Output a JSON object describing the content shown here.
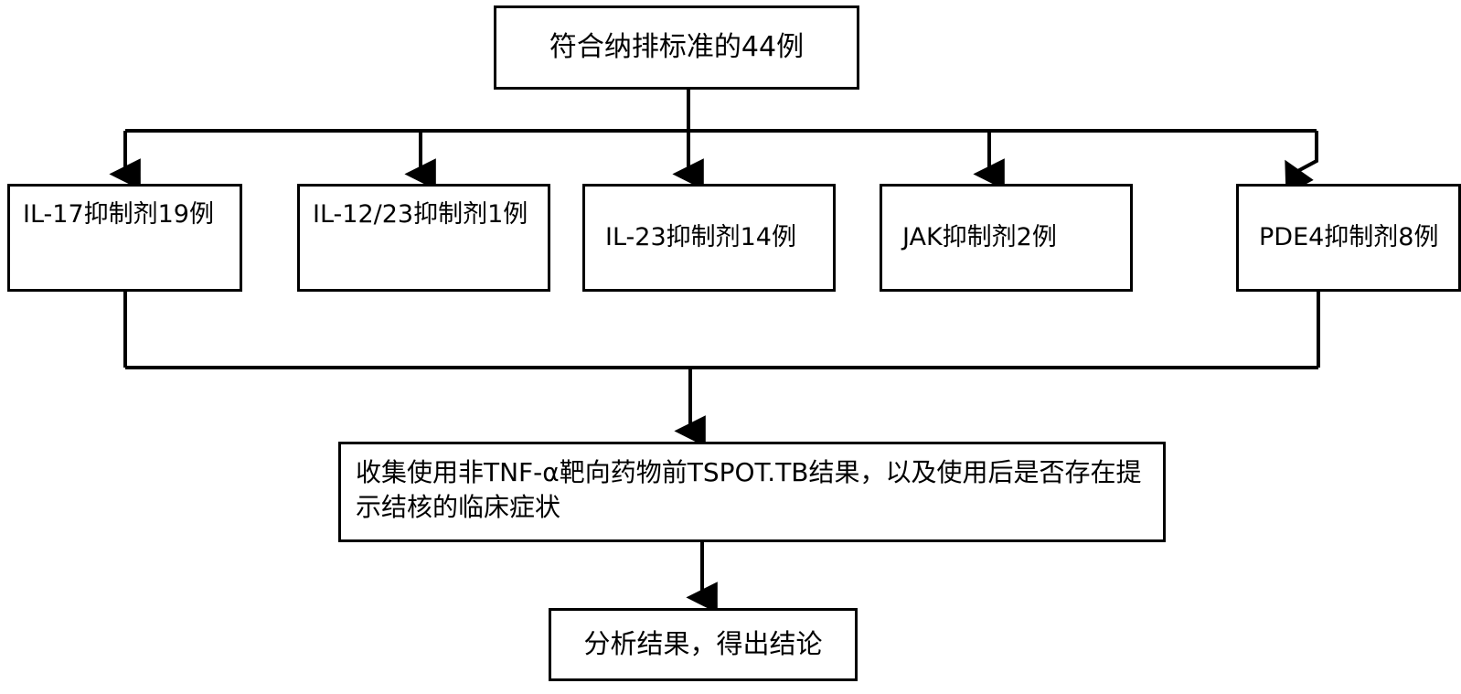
{
  "diagram": {
    "title_text": "符合纳排标准的44例",
    "type": "flowchart",
    "orientation": "top-down",
    "line_color": "#000000",
    "box_fill": "#ffffff",
    "text_color": "#000000",
    "nodes": {
      "root": {
        "label": "符合纳排标准的44例",
        "count": 44
      },
      "branches": [
        {
          "id": "il17",
          "label": "IL-17抑制剂19例",
          "drug": "IL-17抑制剂",
          "count": 19
        },
        {
          "id": "il1223",
          "label": "IL-12/23抑制剂1例",
          "drug": "IL-12/23抑制剂",
          "count": 1
        },
        {
          "id": "il23",
          "label": "IL-23抑制剂14例",
          "drug": "IL-23抑制剂",
          "count": 14
        },
        {
          "id": "jak",
          "label": "JAK抑制剂2例",
          "drug": "JAK抑制剂",
          "count": 2
        },
        {
          "id": "pde4",
          "label": "PDE4抑制剂8例",
          "drug": "PDE4抑制剂",
          "count": 8
        }
      ],
      "collect": {
        "label": "收集使用非TNF-α靶向药物前TSPOT.TB结果，以及使用后是否存在提示结核的临床症状"
      },
      "conclude": {
        "label": "分析结果，得出结论"
      }
    },
    "edges": [
      {
        "from": "root",
        "to": "il17",
        "marker": "arrow-down"
      },
      {
        "from": "root",
        "to": "il1223",
        "marker": "arrow-down"
      },
      {
        "from": "root",
        "to": "il23",
        "marker": "arrow-down"
      },
      {
        "from": "root",
        "to": "jak",
        "marker": "arrow-down"
      },
      {
        "from": "root",
        "to": "pde4",
        "marker": "arrow-down"
      },
      {
        "from": "branches",
        "to": "collect",
        "marker": "arrow-down"
      },
      {
        "from": "collect",
        "to": "conclude",
        "marker": "arrow-down"
      }
    ]
  }
}
